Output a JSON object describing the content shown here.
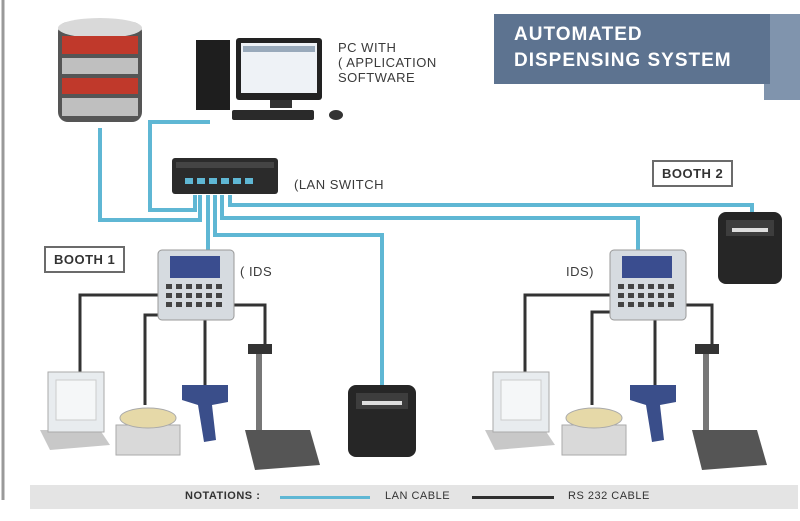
{
  "title": {
    "line1": "AUTOMATED",
    "line2": "DISPENSING SYSTEM"
  },
  "labels": {
    "pc_line1": "PC WITH",
    "pc_line2": "( APPLICATION",
    "pc_line3": "SOFTWARE",
    "lan_switch": "(LAN SWITCH",
    "booth1": "BOOTH 1",
    "booth2": "BOOTH 2",
    "ids_left": "( IDS",
    "ids_right": "IDS)"
  },
  "legend": {
    "notations": "NOTATIONS :",
    "lan_cable": "LAN CABLE",
    "rs232_cable": "RS 232 CABLE"
  },
  "colors": {
    "lan_cable": "#5fb7d4",
    "rs232_cable": "#2f2f2f",
    "title_bg": "#5d7390"
  }
}
